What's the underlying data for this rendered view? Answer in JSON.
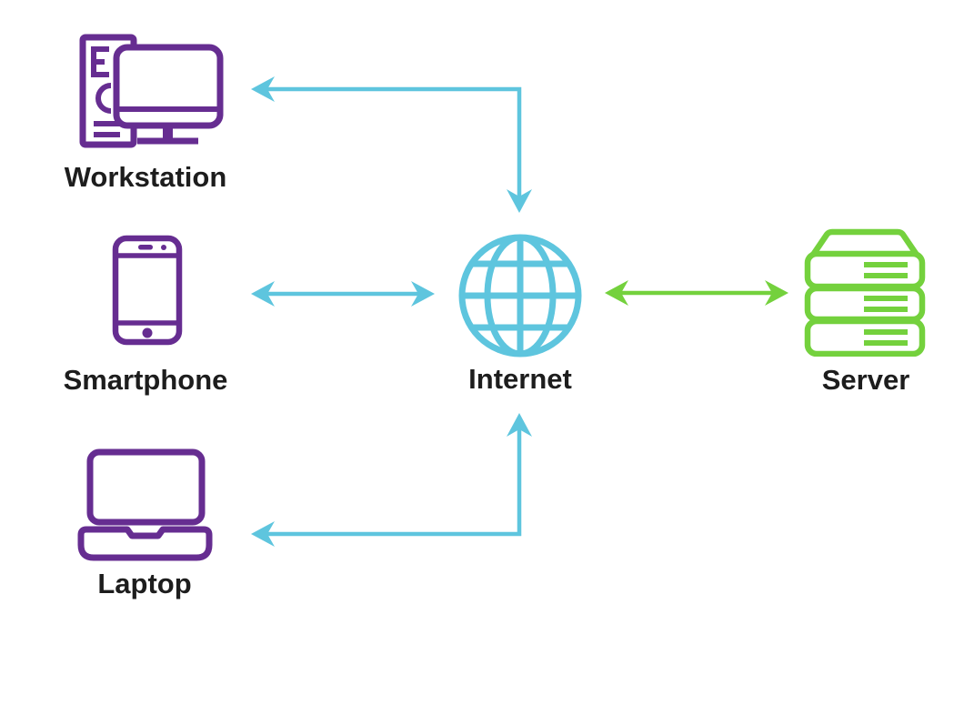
{
  "diagram": {
    "type": "network-topology",
    "nodes": [
      {
        "id": "workstation",
        "label": "Workstation",
        "icon": "workstation-icon",
        "color": "#662d91",
        "position": "top-left"
      },
      {
        "id": "smartphone",
        "label": "Smartphone",
        "icon": "smartphone-icon",
        "color": "#662d91",
        "position": "middle-left"
      },
      {
        "id": "laptop",
        "label": "Laptop",
        "icon": "laptop-icon",
        "color": "#662d91",
        "position": "bottom-left"
      },
      {
        "id": "internet",
        "label": "Internet",
        "icon": "globe-icon",
        "color": "#5ec5de",
        "position": "center"
      },
      {
        "id": "server",
        "label": "Server",
        "icon": "server-stack-icon",
        "color": "#74d13d",
        "position": "middle-right"
      }
    ],
    "connections": [
      {
        "from": "internet",
        "to": "workstation",
        "shape": "elbow",
        "arrowheads": "both-ends",
        "color": "#5ec5de"
      },
      {
        "from": "smartphone",
        "to": "internet",
        "shape": "straight",
        "arrowheads": "both-ends",
        "color": "#5ec5de"
      },
      {
        "from": "internet",
        "to": "laptop",
        "shape": "elbow",
        "arrowheads": "both-ends",
        "color": "#5ec5de"
      },
      {
        "from": "internet",
        "to": "server",
        "shape": "straight",
        "arrowheads": "both-ends",
        "color": "#74d13d"
      }
    ],
    "colors": {
      "device_purple": "#662d91",
      "internet_cyan": "#5ec5de",
      "server_green": "#74d13d",
      "label_text": "#1d1d1d",
      "canvas_bg": "#ffffff"
    }
  }
}
